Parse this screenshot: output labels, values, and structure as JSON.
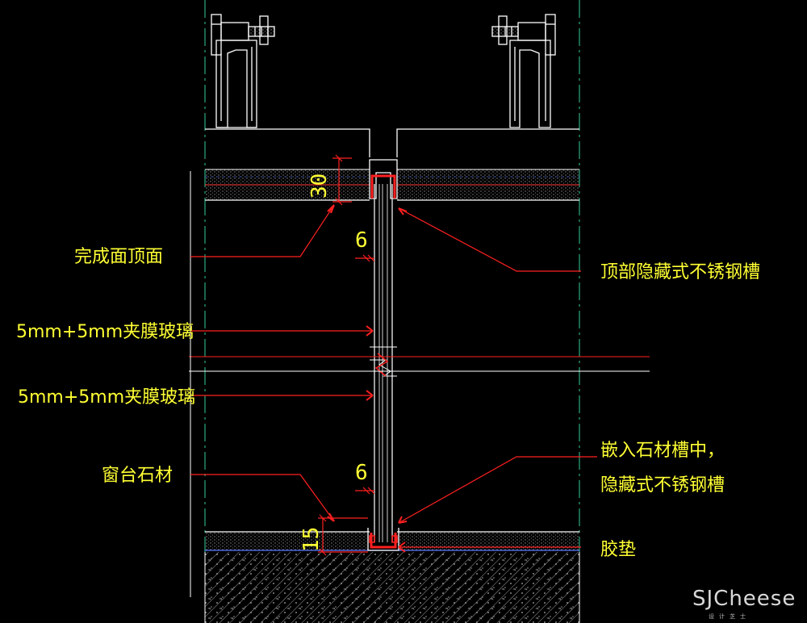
{
  "labels": {
    "finish_top": "完成面顶面",
    "top_channel": "顶部隐藏式不锈钢槽",
    "glass_1": "5mm+5mm夹膜玻璃",
    "glass_2": "5mm+5mm夹膜玻璃",
    "sill_stone": "窗台石材",
    "embed_line1": "嵌入石材槽中，",
    "embed_line2": "隐藏式不锈钢槽",
    "gasket": "胶垫"
  },
  "dimensions": {
    "top_depth": "30",
    "top_gap": "6",
    "bottom_gap": "6",
    "bottom_depth": "15"
  },
  "watermark": {
    "brand": "SJCheese",
    "sub": "设计芝士"
  },
  "colors": {
    "background": "#000000",
    "annotation_text": "#ffff33",
    "leader_line": "#ff2020",
    "section_line": "#ffffff",
    "center_line": "#33cc99",
    "glass_edge": "#d0d0d0"
  }
}
